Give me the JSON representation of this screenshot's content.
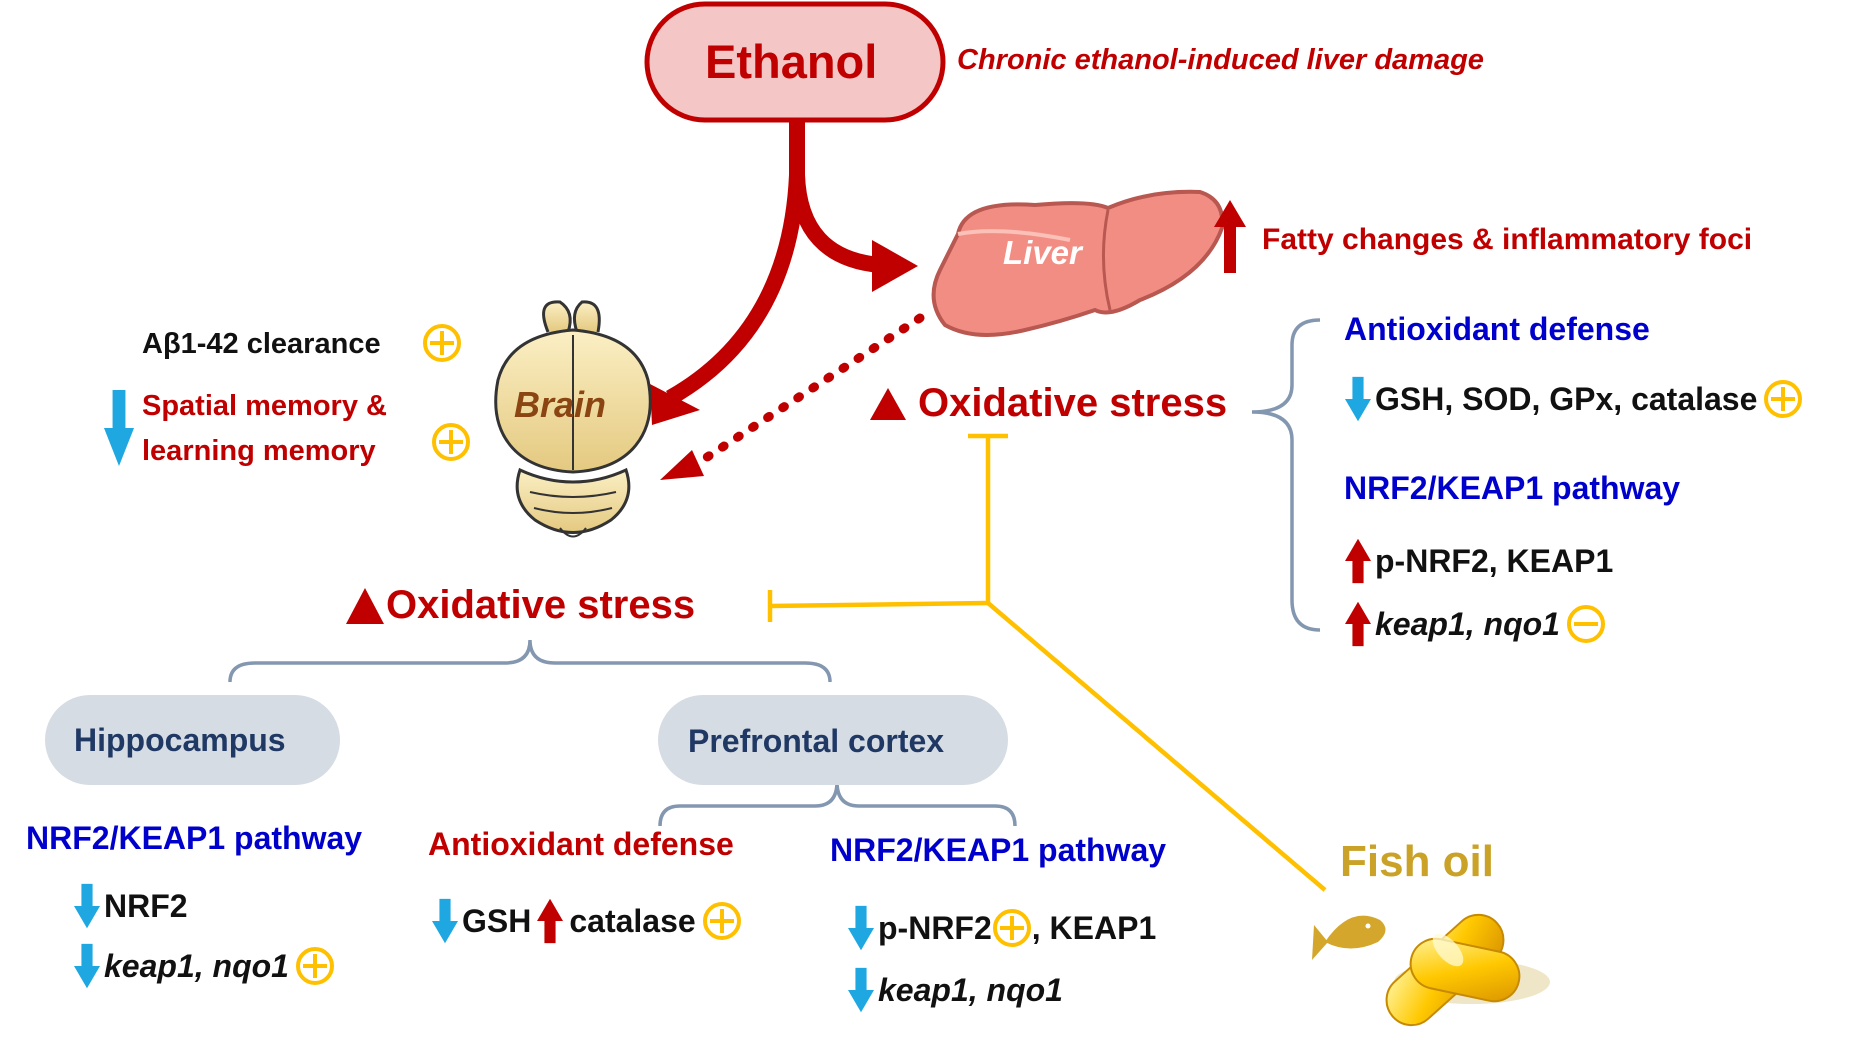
{
  "ethanol": {
    "label": "Ethanol",
    "caption": "Chronic ethanol-induced liver damage"
  },
  "liver": {
    "label": "Liver",
    "effect": "Fatty changes & inflammatory foci",
    "oxidative_stress": "Oxidative stress",
    "antioxidant_defense": {
      "title": "Antioxidant defense",
      "items": "GSH, SOD, GPx, catalase"
    },
    "nrf2_pathway": {
      "title": "NRF2/KEAP1 pathway",
      "protein": "p-NRF2, KEAP1",
      "genes": "keap1, nqo1"
    }
  },
  "brain": {
    "label": "Brain",
    "clearance": "Aβ1-42 clearance",
    "memory_line1": "Spatial memory &",
    "memory_line2": "learning memory",
    "oxidative_stress": "Oxidative stress"
  },
  "hippocampus": {
    "label": "Hippocampus",
    "pathway_title": "NRF2/KEAP1 pathway",
    "nrf2": "NRF2",
    "genes": "keap1, nqo1"
  },
  "prefrontal_cortex": {
    "label": "Prefrontal cortex",
    "antioxidant_title": "Antioxidant defense",
    "gsh": "GSH",
    "catalase": "catalase",
    "pathway_title": "NRF2/KEAP1 pathway",
    "pnrf2": "p-NRF2",
    "keap1": ", KEAP1",
    "genes": "keap1, nqo1"
  },
  "fish_oil": {
    "label": "Fish oil"
  },
  "colors": {
    "dark_red": "#c00000",
    "blue_text": "#0000cc",
    "navy": "#1f3864",
    "yellow": "#ffc000",
    "gold": "#c9a227",
    "down_arrow": "#1ea7e1",
    "bracket": "#8497b0",
    "pill": "#d6dce4"
  }
}
